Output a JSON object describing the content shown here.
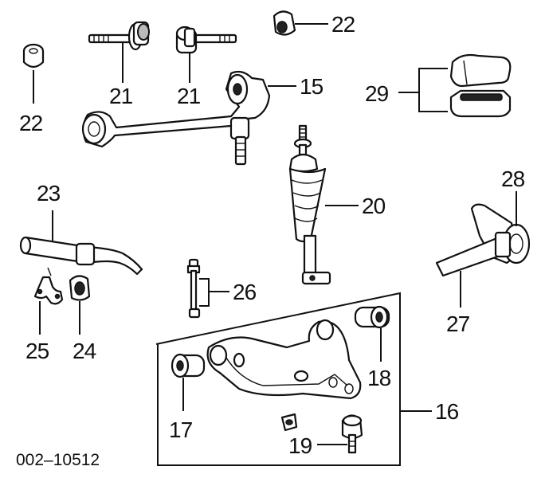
{
  "labels": {
    "p15": "15",
    "p16": "16",
    "p17": "17",
    "p18": "18",
    "p19": "19",
    "p20": "20",
    "p21a": "21",
    "p21b": "21",
    "p22a": "22",
    "p22b": "22",
    "p23": "23",
    "p24": "24",
    "p25": "25",
    "p26": "26",
    "p27": "27",
    "p28": "28",
    "p29": "29"
  },
  "figure_code": "002–10512"
}
